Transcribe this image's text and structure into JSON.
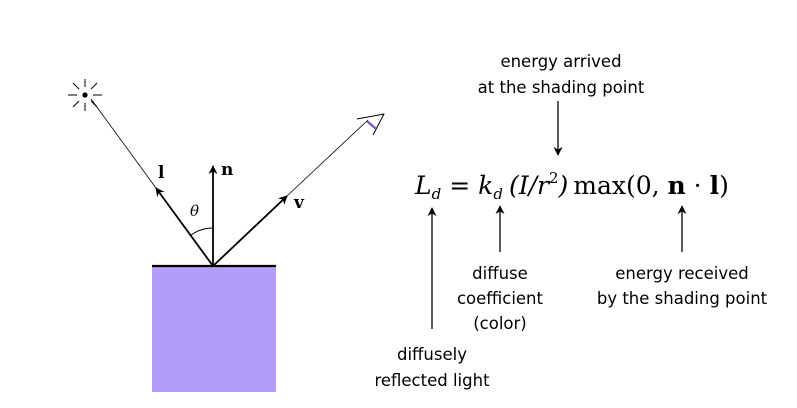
{
  "colors": {
    "surface_fill": "#b39dfb",
    "ink": "#000000",
    "eye_accent": "#7a5cc8",
    "background": "#ffffff"
  },
  "icons": {
    "light_source": "light-source-icon",
    "eye": "eye-icon"
  },
  "labels": {
    "light_vector": "l",
    "normal_vector": "n",
    "view_vector": "v",
    "angle": "θ"
  },
  "equation": {
    "lhs_symbol": "L",
    "lhs_subscript": "d",
    "equals": "=",
    "coef_symbol": "k",
    "coef_subscript": "d",
    "energy_term_open": "(I/r",
    "energy_term_exponent": "2",
    "energy_term_close": ")",
    "max_term_open": "max(0, ",
    "max_term_normal": "n",
    "max_term_dot": " · ",
    "max_term_light": "l",
    "max_term_close": ")"
  },
  "annotations": {
    "energy_arrived": [
      "energy arrived",
      "at the shading point"
    ],
    "diffuse_coefficient": [
      "diffuse",
      "coefficient",
      "(color)"
    ],
    "energy_received": [
      "energy received",
      "by the shading point"
    ],
    "diffusely_reflected": [
      "diffusely",
      "reflected light"
    ]
  }
}
